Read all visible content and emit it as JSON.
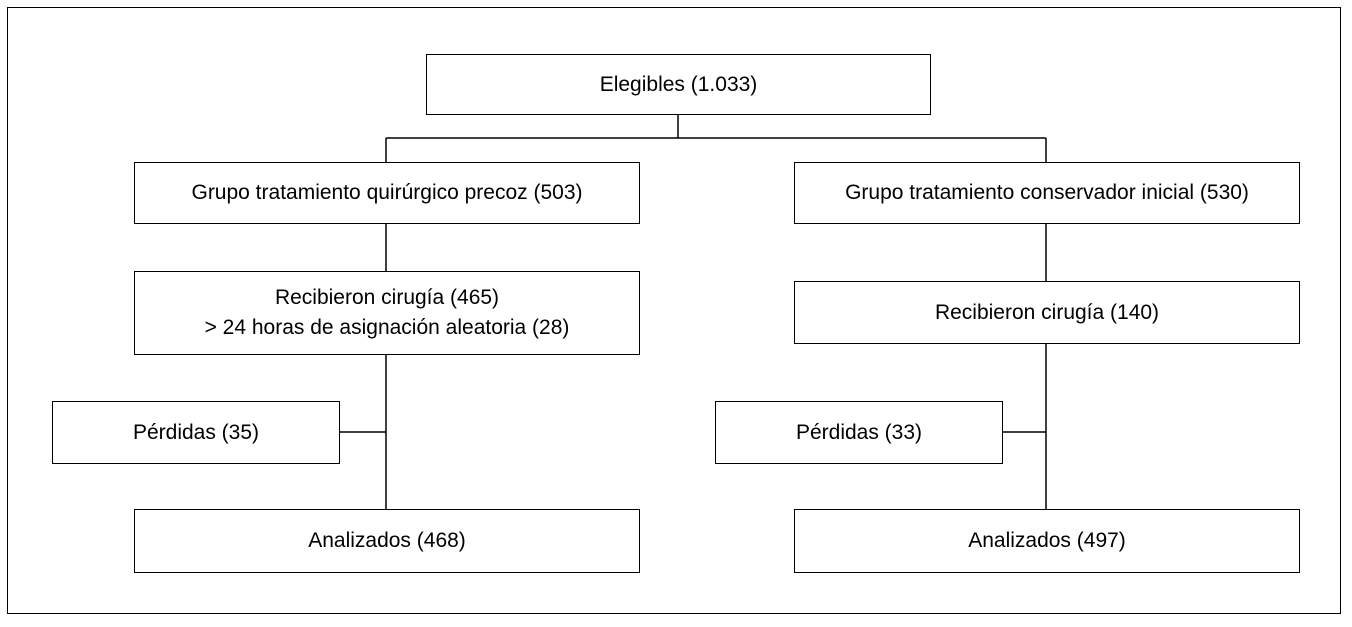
{
  "elegibles": "Elegibles (1.033)",
  "left": {
    "grupo": "Grupo tratamiento quirúrgico precoz (503)",
    "recibieron_line1": "Recibieron cirugía (465)",
    "recibieron_line2": "> 24 horas de asignación aleatoria (28)",
    "perdidas": "Pérdidas (35)",
    "analizados": "Analizados (468)"
  },
  "right": {
    "grupo": "Grupo tratamiento conservador inicial (530)",
    "recibieron": "Recibieron cirugía (140)",
    "perdidas": "Pérdidas (33)",
    "analizados": "Analizados (497)"
  }
}
